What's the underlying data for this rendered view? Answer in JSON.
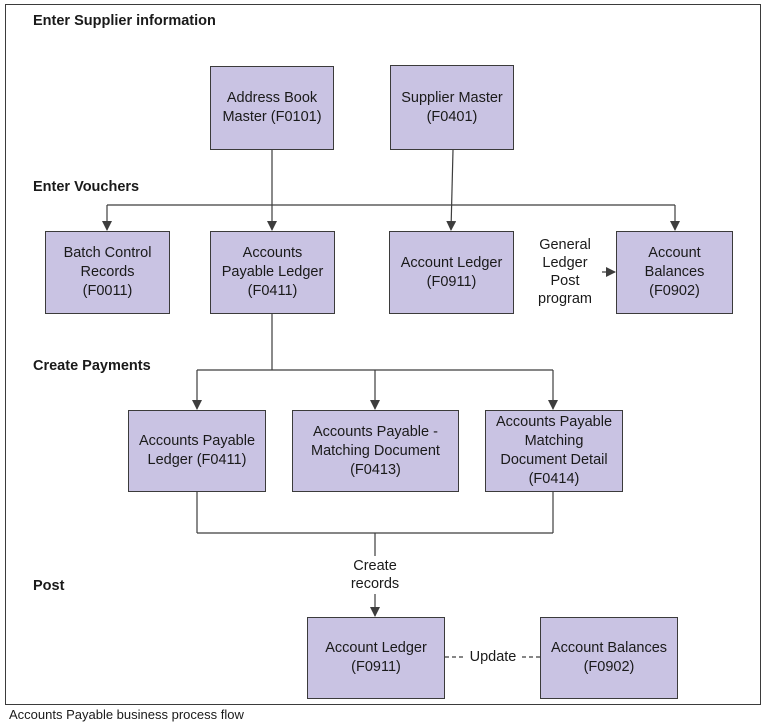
{
  "sections": {
    "enter_supplier": "Enter Supplier information",
    "enter_vouchers": "Enter Vouchers",
    "create_payments": "Create Payments",
    "post": "Post"
  },
  "nodes": {
    "address_book": "Address Book\nMaster (F0101)",
    "supplier_master": "Supplier Master\n(F0401)",
    "batch_control": "Batch Control\nRecords\n(F0011)",
    "ap_ledger_vouchers": "Accounts\nPayable Ledger\n(F0411)",
    "account_ledger_vouchers": "Account Ledger\n(F0911)",
    "account_balances_vouchers": "Account\nBalances\n(F0902)",
    "ap_ledger_payments": "Accounts Payable\nLedger (F0411)",
    "ap_matching_document": "Accounts Payable -\nMatching Document\n(F0413)",
    "ap_matching_detail": "Accounts Payable\nMatching\nDocument Detail\n(F0414)",
    "account_ledger_post": "Account Ledger\n(F0911)",
    "account_balances_post": "Account Balances\n(F0902)"
  },
  "edge_labels": {
    "gl_post_program": "General\nLedger\nPost\nprogram",
    "create_records": "Create\nrecords",
    "update": "Update"
  },
  "caption": "Accounts Payable business process flow",
  "colors": {
    "node_fill": "#c9c3e3",
    "node_border": "#3b3b3b",
    "line": "#3d3d3d",
    "frame": "#3b3b3b"
  }
}
